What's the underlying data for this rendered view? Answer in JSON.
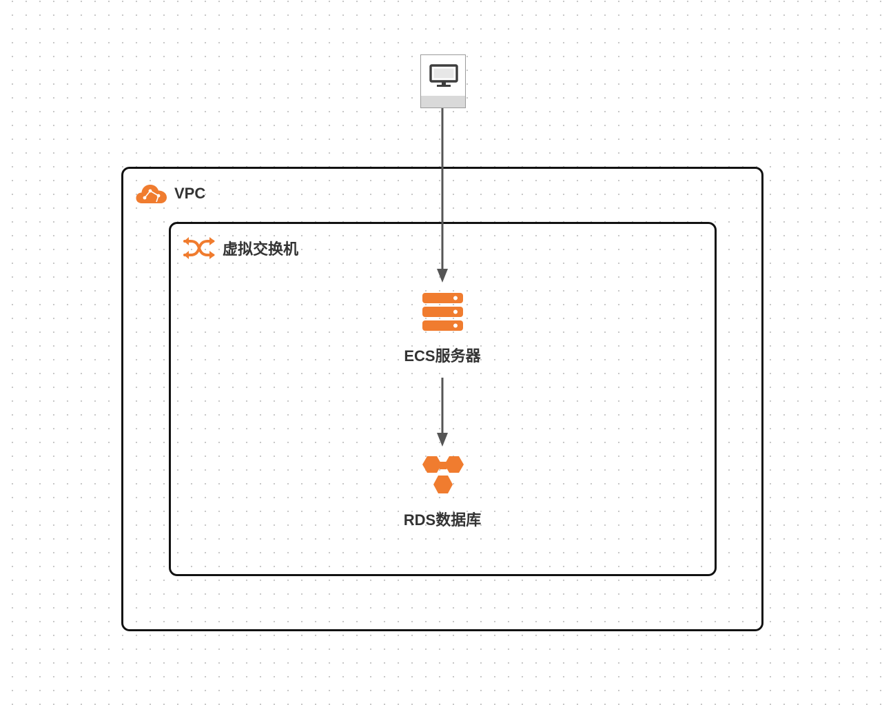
{
  "diagram": {
    "groups": {
      "vpc": {
        "label": "VPC",
        "icon": "cloud-icon"
      },
      "vswitch": {
        "label": "虚拟交换机",
        "icon": "shuffle-icon"
      }
    },
    "nodes": {
      "client": {
        "icon": "monitor-icon"
      },
      "ecs": {
        "label": "ECS服务器",
        "icon": "server-icon"
      },
      "rds": {
        "label": "RDS数据库",
        "icon": "database-icon"
      }
    },
    "edges": [
      {
        "from": "client",
        "to": "ecs"
      },
      {
        "from": "ecs",
        "to": "rds"
      }
    ],
    "colors": {
      "accent": "#f07c2f",
      "border": "#111111",
      "connector": "#555555",
      "text": "#333333"
    }
  }
}
